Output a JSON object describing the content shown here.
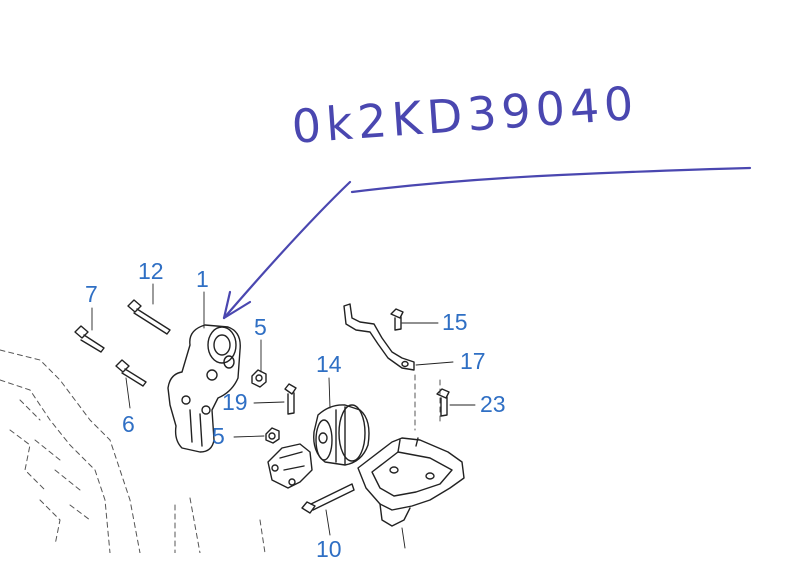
{
  "annotation": {
    "handwritten_code": "0k2KD39040",
    "ink_color": "#4a47b0"
  },
  "callouts": {
    "c1": "1",
    "c5a": "5",
    "c5b": "5",
    "c6": "6",
    "c7": "7",
    "c10": "10",
    "c12": "12",
    "c14": "14",
    "c15": "15",
    "c17": "17",
    "c19": "19",
    "c23": "23"
  },
  "colors": {
    "callout": "#2f6fc4",
    "line_art": "#222222",
    "background": "#ffffff"
  }
}
